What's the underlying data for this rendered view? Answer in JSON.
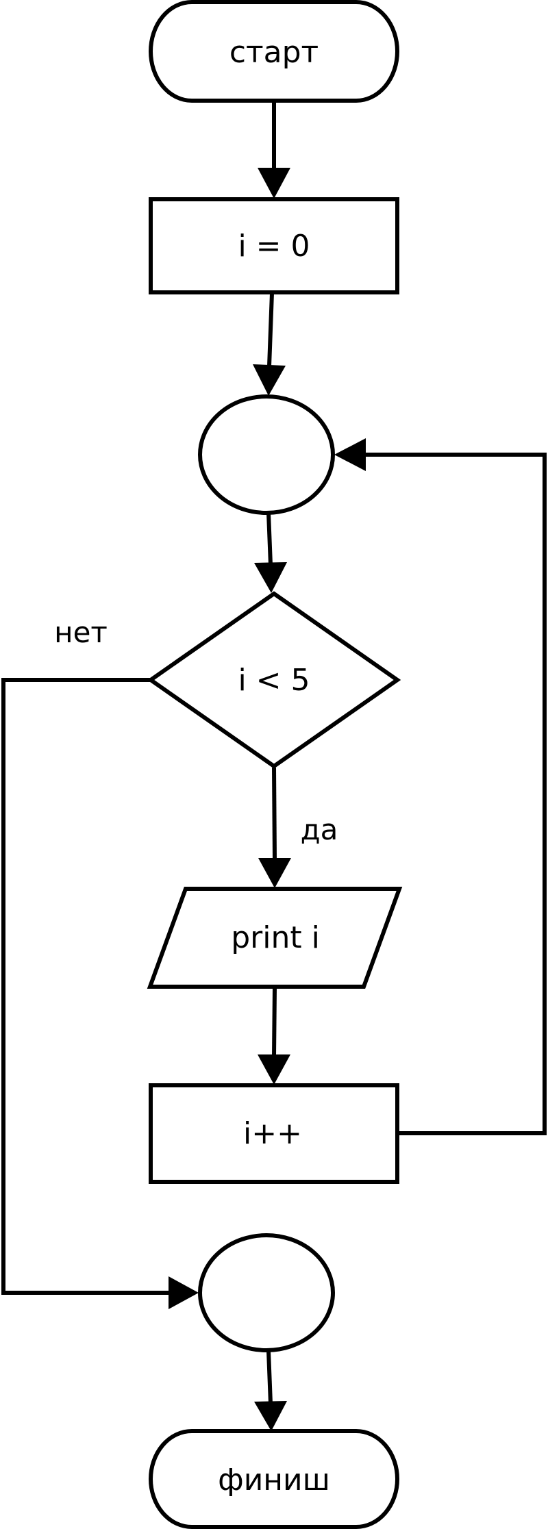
{
  "diagram": {
    "type": "flowchart",
    "nodes": [
      {
        "id": "start",
        "kind": "terminator",
        "label": "старт"
      },
      {
        "id": "init",
        "kind": "process",
        "label": "i = 0"
      },
      {
        "id": "loop_connector",
        "kind": "connector",
        "label": ""
      },
      {
        "id": "condition",
        "kind": "decision",
        "label": "i < 5"
      },
      {
        "id": "output",
        "kind": "io",
        "label": "print i"
      },
      {
        "id": "increment",
        "kind": "process",
        "label": "i++"
      },
      {
        "id": "exit_connector",
        "kind": "connector",
        "label": ""
      },
      {
        "id": "finish",
        "kind": "terminator",
        "label": "финиш"
      }
    ],
    "edges": [
      {
        "from": "start",
        "to": "init",
        "label": ""
      },
      {
        "from": "init",
        "to": "loop_connector",
        "label": ""
      },
      {
        "from": "loop_connector",
        "to": "condition",
        "label": ""
      },
      {
        "from": "condition",
        "to": "output",
        "label": "да"
      },
      {
        "from": "condition",
        "to": "exit_connector",
        "label": "нет"
      },
      {
        "from": "output",
        "to": "increment",
        "label": ""
      },
      {
        "from": "increment",
        "to": "loop_connector",
        "label": ""
      },
      {
        "from": "exit_connector",
        "to": "finish",
        "label": ""
      }
    ]
  },
  "colors": {
    "stroke": "#000000",
    "fill": "#ffffff"
  }
}
